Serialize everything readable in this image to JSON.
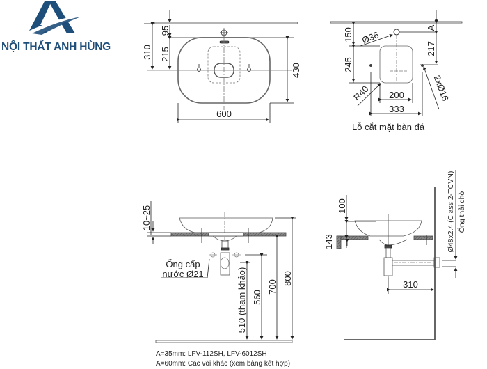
{
  "logo": {
    "brand_text": "NỘI THẤT ANH HÙNG",
    "brand_color": "#1e4e7a"
  },
  "top_view": {
    "dims": {
      "d310": "310",
      "d95": "95",
      "d215": "215",
      "d430": "430",
      "d600": "600"
    }
  },
  "cutout_view": {
    "dims": {
      "d150": "150",
      "d245": "245",
      "dia36": "Ø36",
      "dA": "A",
      "d217": "217",
      "r40": "R40",
      "d200": "200",
      "d333": "333",
      "holes": "2xØ16"
    },
    "caption": "Lỗ cắt mặt bàn đá"
  },
  "front_view": {
    "dims": {
      "d10_25": "10~25",
      "d800": "800",
      "d700": "700",
      "d560": "560",
      "d510": "510 (tham khảo)"
    },
    "supply_label_line1": "Ống cấp",
    "supply_label_line2": "nước Ø21"
  },
  "side_view": {
    "dims": {
      "d100": "100",
      "d143": "143",
      "d310": "310",
      "pipe_spec": "Ø48x2.4 (Class 2-TCVN)",
      "pipe_label": "Ống thải chờ"
    }
  },
  "notes": [
    "A=35mm: LFV-112SH, LFV-6012SH",
    "A=60mm: Các vòi khác (xem bảng kết hợp)"
  ]
}
